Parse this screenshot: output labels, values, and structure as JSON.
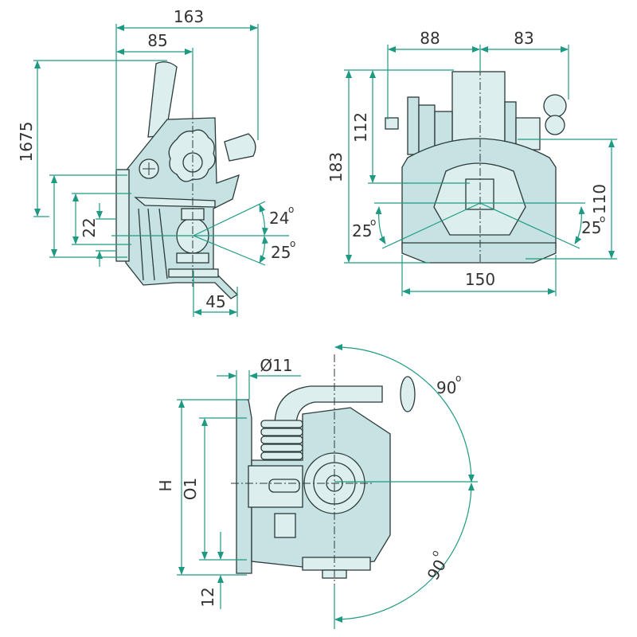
{
  "side_view": {
    "width_total": "163",
    "width_axis": "85",
    "height": "1675",
    "dim_22": "22",
    "angle_up": "24",
    "angle_down": "25",
    "offset_45": "45",
    "degree_mark": "o"
  },
  "front_view": {
    "left_width": "88",
    "right_width": "83",
    "height_total": "183",
    "height_upper": "112",
    "height_lower": "110",
    "angle_left": "25",
    "angle_right": "25",
    "base_width": "150",
    "degree_mark": "o"
  },
  "bottom_view": {
    "diameter": "Ø11",
    "height_h": "H",
    "height_o1": "O1",
    "offset_12": "12",
    "angle_top": "90",
    "angle_bottom": "90",
    "degree_mark": "o"
  },
  "colors": {
    "dimension": "#1f9a82",
    "part_fill": "#c7e2e2",
    "outline": "#2b3a3a"
  }
}
